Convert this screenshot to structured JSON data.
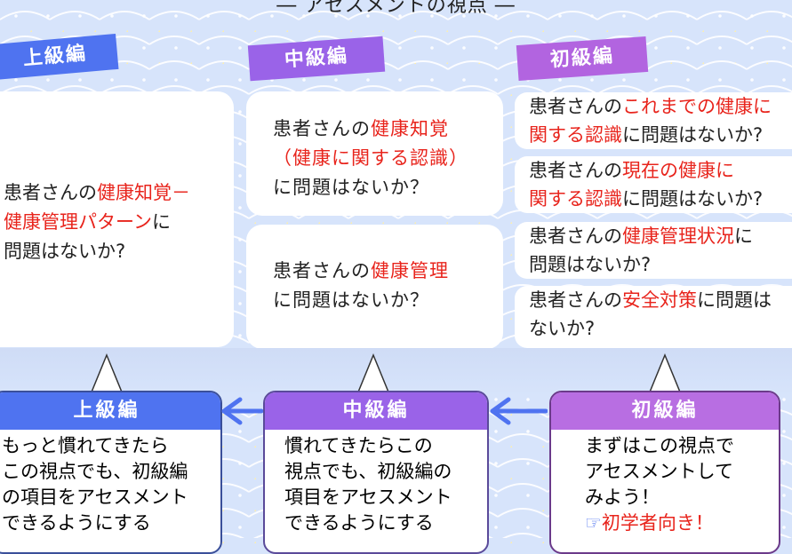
{
  "header": {
    "title": "― アセスメントの視点 ―"
  },
  "tags": {
    "advanced": "上級編",
    "intermediate": "中級編",
    "beginner": "初級編"
  },
  "advanced_box": {
    "lines": [
      [
        {
          "t": "患者さんの",
          "h": false
        },
        {
          "t": "健康知覚－",
          "h": true
        }
      ],
      [
        {
          "t": "健康管理パターン",
          "h": true
        },
        {
          "t": "に",
          "h": false
        }
      ],
      [
        {
          "t": "問題はないか?",
          "h": false
        }
      ]
    ]
  },
  "intermediate_boxes": [
    {
      "lines": [
        [
          {
            "t": "患者さんの",
            "h": false
          },
          {
            "t": "健康知覚",
            "h": true
          }
        ],
        [
          {
            "t": "（健康に関する認識）",
            "h": true
          }
        ],
        [
          {
            "t": "に問題はないか？",
            "h": false
          }
        ]
      ]
    },
    {
      "lines": [
        [
          {
            "t": "患者さんの",
            "h": false
          },
          {
            "t": "健康管理",
            "h": true
          }
        ],
        [
          {
            "t": "に問題はないか？",
            "h": false
          }
        ]
      ]
    }
  ],
  "beginner_boxes": [
    {
      "lines": [
        [
          {
            "t": "患者さんの",
            "h": false
          },
          {
            "t": "これまでの健康に",
            "h": true
          }
        ],
        [
          {
            "t": "関する認識",
            "h": true
          },
          {
            "t": "に問題はないか?",
            "h": false
          }
        ]
      ]
    },
    {
      "lines": [
        [
          {
            "t": "患者さんの",
            "h": false
          },
          {
            "t": "現在の健康に",
            "h": true
          }
        ],
        [
          {
            "t": "関する認識",
            "h": true
          },
          {
            "t": "に問題はないか?",
            "h": false
          }
        ]
      ]
    },
    {
      "lines": [
        [
          {
            "t": "患者さんの",
            "h": false
          },
          {
            "t": "健康管理状況",
            "h": true
          },
          {
            "t": "に",
            "h": false
          }
        ],
        [
          {
            "t": "問題はないか?",
            "h": false
          }
        ]
      ]
    },
    {
      "lines": [
        [
          {
            "t": "患者さんの",
            "h": false
          },
          {
            "t": "安全対策",
            "h": true
          },
          {
            "t": "に問題は",
            "h": false
          }
        ],
        [
          {
            "t": "ないか?",
            "h": false
          }
        ]
      ]
    }
  ],
  "cards": {
    "advanced": {
      "title": "上級編",
      "lines": [
        "もっと慣れてきたら",
        "この視点でも、初級編",
        "の項目をアセスメント",
        "できるようにする"
      ]
    },
    "intermediate": {
      "title": "中級編",
      "lines": [
        "慣れてきたらこの",
        "視点でも、初級編の",
        "項目をアセスメント",
        "できるようにする"
      ]
    },
    "beginner": {
      "title": "初級編",
      "lines": [
        "まずはこの視点で",
        "アセスメントして",
        "みよう！"
      ],
      "hint_icon": "pointing-hand-icon",
      "hint": "初学者向き！"
    }
  },
  "colors": {
    "advanced": "#4f73f0",
    "intermediate": "#9a63e8",
    "beginner": "#b86ee2",
    "highlight": "#e8241c",
    "arrow": "#4f73f0"
  }
}
